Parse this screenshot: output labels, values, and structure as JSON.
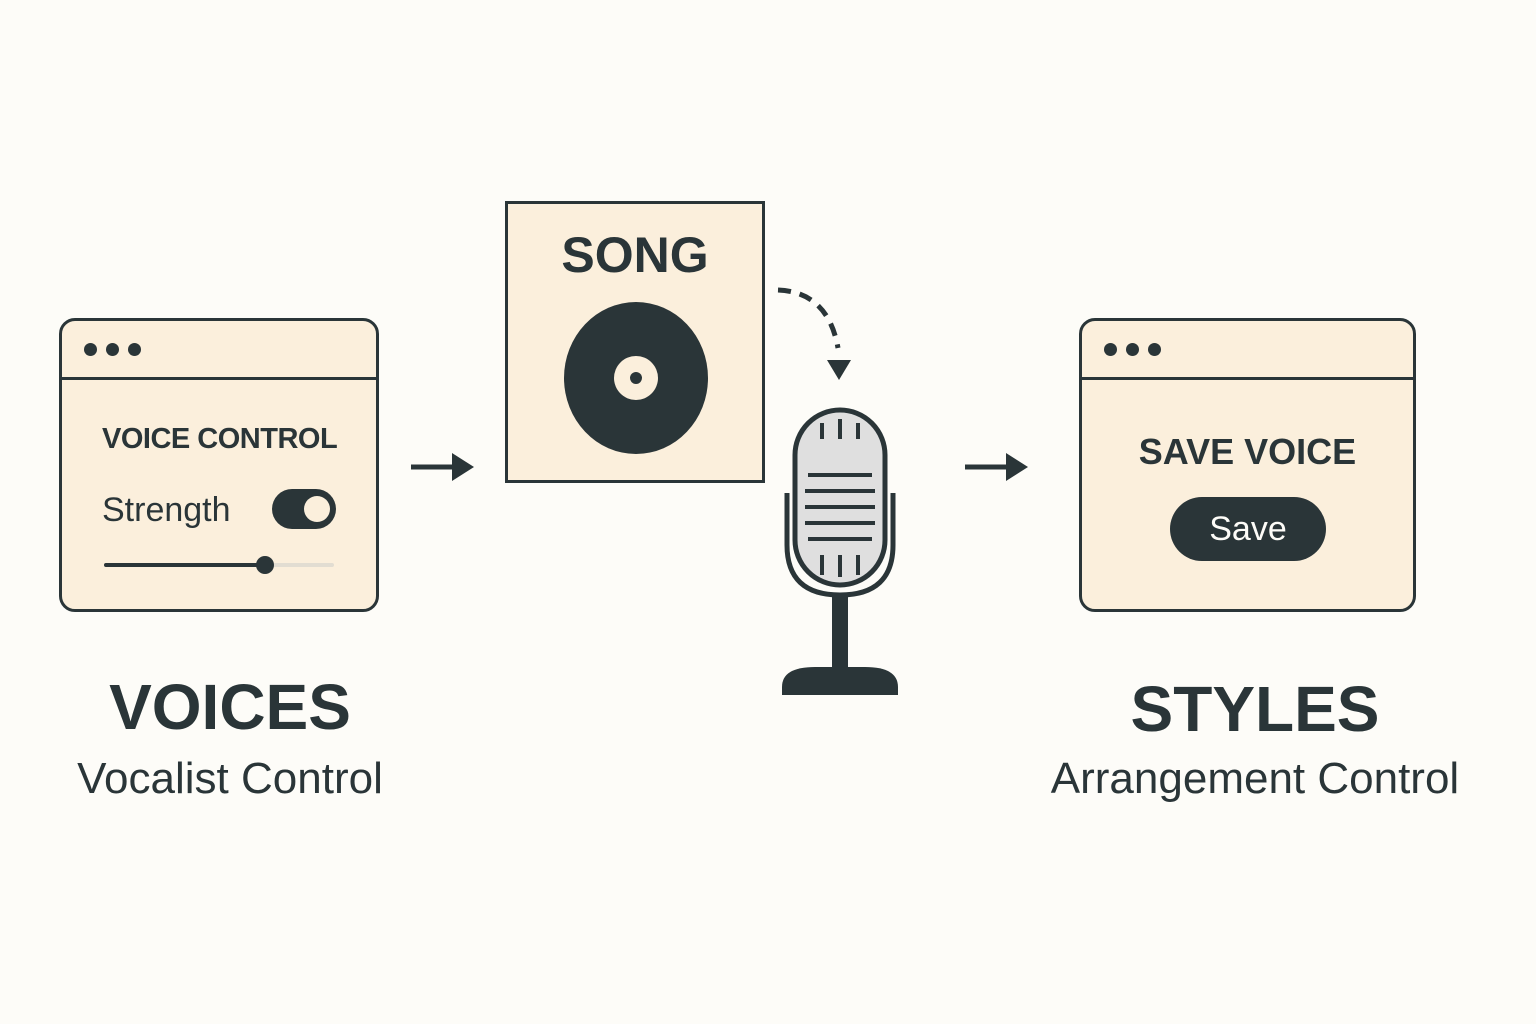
{
  "voices_window": {
    "title": "VOICE CONTROL",
    "strength_label": "Strength",
    "toggle_on": true,
    "slider_value": 0.7
  },
  "song_card": {
    "title": "SONG"
  },
  "save_window": {
    "title": "SAVE VOICE",
    "save_label": "Save"
  },
  "captions": {
    "voices_title": "VOICES",
    "voices_subtitle": "Vocalist Control",
    "styles_title": "STYLES",
    "styles_subtitle": "Arrangement Control"
  },
  "icons": {
    "record": "vinyl-record-icon",
    "microphone": "microphone-icon"
  },
  "colors": {
    "ink": "#2a3538",
    "panel": "#fbefdc",
    "background": "#fdfcf8",
    "mic_head": "#dfdfdf"
  }
}
